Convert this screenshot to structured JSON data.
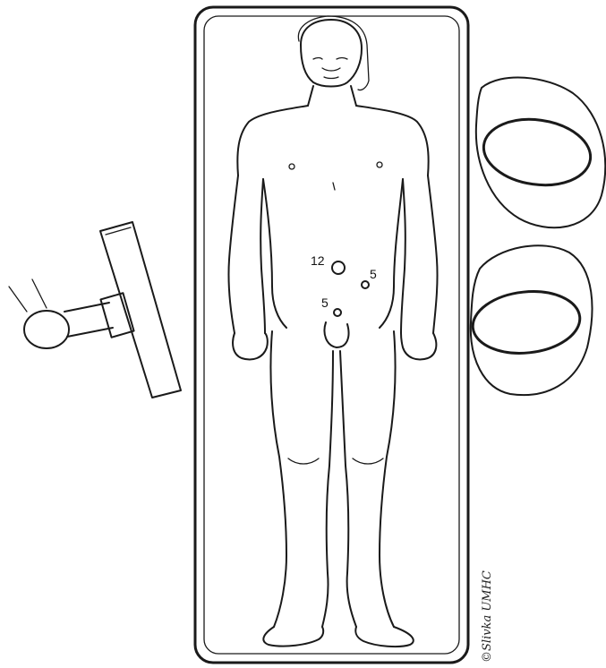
{
  "port_labels": {
    "camera_port": "12",
    "right_working_port": "5",
    "left_working_port": "5"
  },
  "signature": "©Slivka UMHC",
  "colors": {
    "ink": "#1a1a1a",
    "background": "#ffffff"
  }
}
